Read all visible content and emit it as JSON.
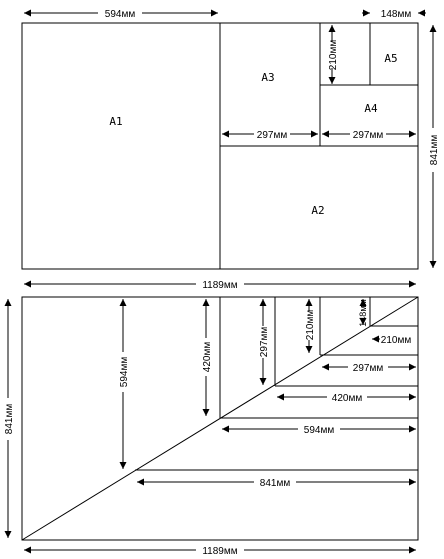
{
  "top": {
    "sheets": {
      "a1": "A1",
      "a2": "A2",
      "a3": "A3",
      "a4": "A4",
      "a5": "A5"
    },
    "dims": {
      "width_a1": "594мм",
      "width_a5": "148мм",
      "height_a5": "210мм",
      "width_a3": "297мм",
      "width_a4": "297мм",
      "height_total": "841мм",
      "width_total": "1189мм"
    }
  },
  "bottom": {
    "dims": {
      "height_total": "841мм",
      "height_594": "594мм",
      "height_420": "420мм",
      "height_297": "297мм",
      "height_210": "210мм",
      "height_148": "148мм",
      "width_210": "210мм",
      "width_297": "297мм",
      "width_420": "420мм",
      "width_594": "594мм",
      "width_841": "841мм",
      "width_total": "1189мм"
    }
  }
}
